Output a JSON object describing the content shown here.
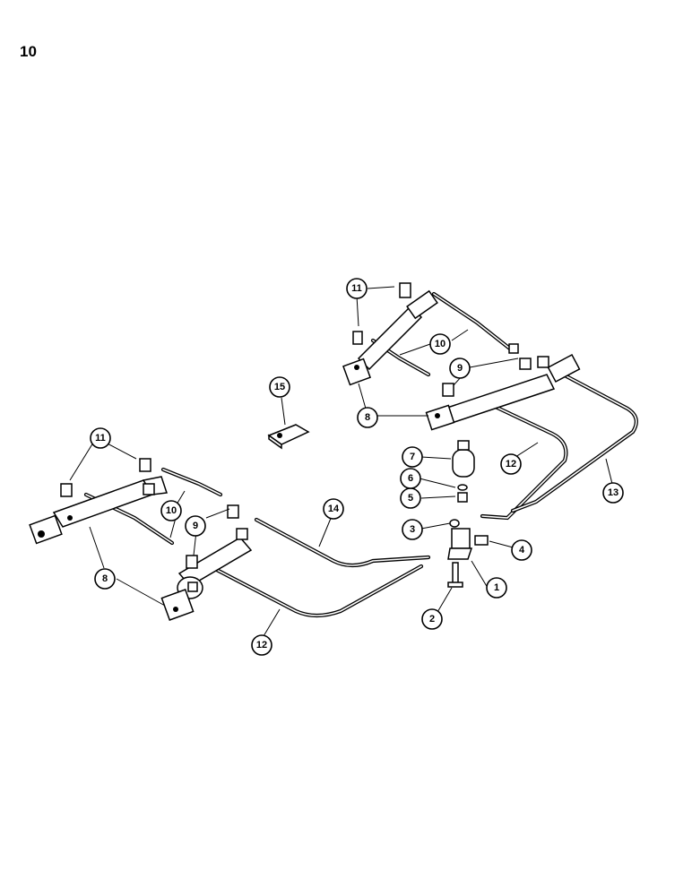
{
  "page": {
    "number": "10"
  },
  "callouts": [
    {
      "label": "1"
    },
    {
      "label": "2"
    },
    {
      "label": "3"
    },
    {
      "label": "4"
    },
    {
      "label": "5"
    },
    {
      "label": "6"
    },
    {
      "label": "7"
    },
    {
      "label": "8"
    },
    {
      "label": "8"
    },
    {
      "label": "9"
    },
    {
      "label": "9"
    },
    {
      "label": "10"
    },
    {
      "label": "10"
    },
    {
      "label": "11"
    },
    {
      "label": "11"
    },
    {
      "label": "12"
    },
    {
      "label": "12"
    },
    {
      "label": "13"
    },
    {
      "label": "14"
    },
    {
      "label": "15"
    }
  ]
}
